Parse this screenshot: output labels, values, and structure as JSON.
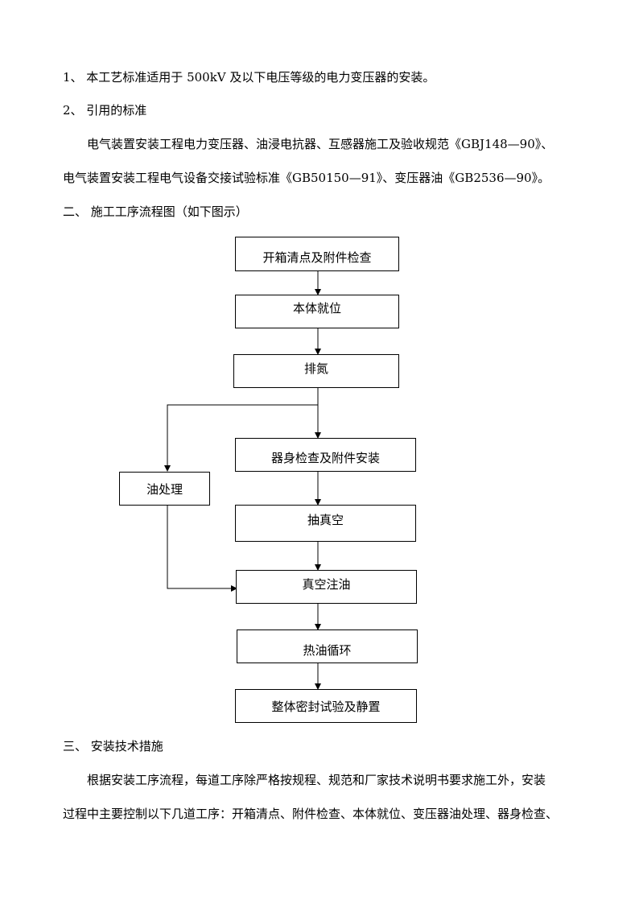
{
  "section1": {
    "item1": "1、 本工艺标准适用于 500kV 及以下电压等级的电力变压器的安装。",
    "item2": "2、 引用的标准",
    "standards_line1": "电气装置安装工程电力变压器、油浸电抗器、互感器施工及验收规范《GBJ148—90》、",
    "standards_line2": "电气装置安装工程电气设备交接试验标准《GB50150—91》、变压器油《GB2536—90》。"
  },
  "section2": {
    "heading": "二、 施工工序流程图（如下图示）"
  },
  "flowchart": {
    "steps": [
      "开箱清点及附件检查",
      "本体就位",
      "排氮",
      "器身检查及附件安装",
      "抽真空",
      "真空注油",
      "热油循环",
      "整体密封试验及静置"
    ],
    "side_step": "油处理"
  },
  "section3": {
    "heading": "三、 安装技术措施",
    "para_line1": "根据安装工序流程，每道工序除严格按规程、规范和厂家技术说明书要求施工外，安装",
    "para_line2": "过程中主要控制以下几道工序：开箱清点、附件检查、本体就位、变压器油处理、器身检查、"
  }
}
